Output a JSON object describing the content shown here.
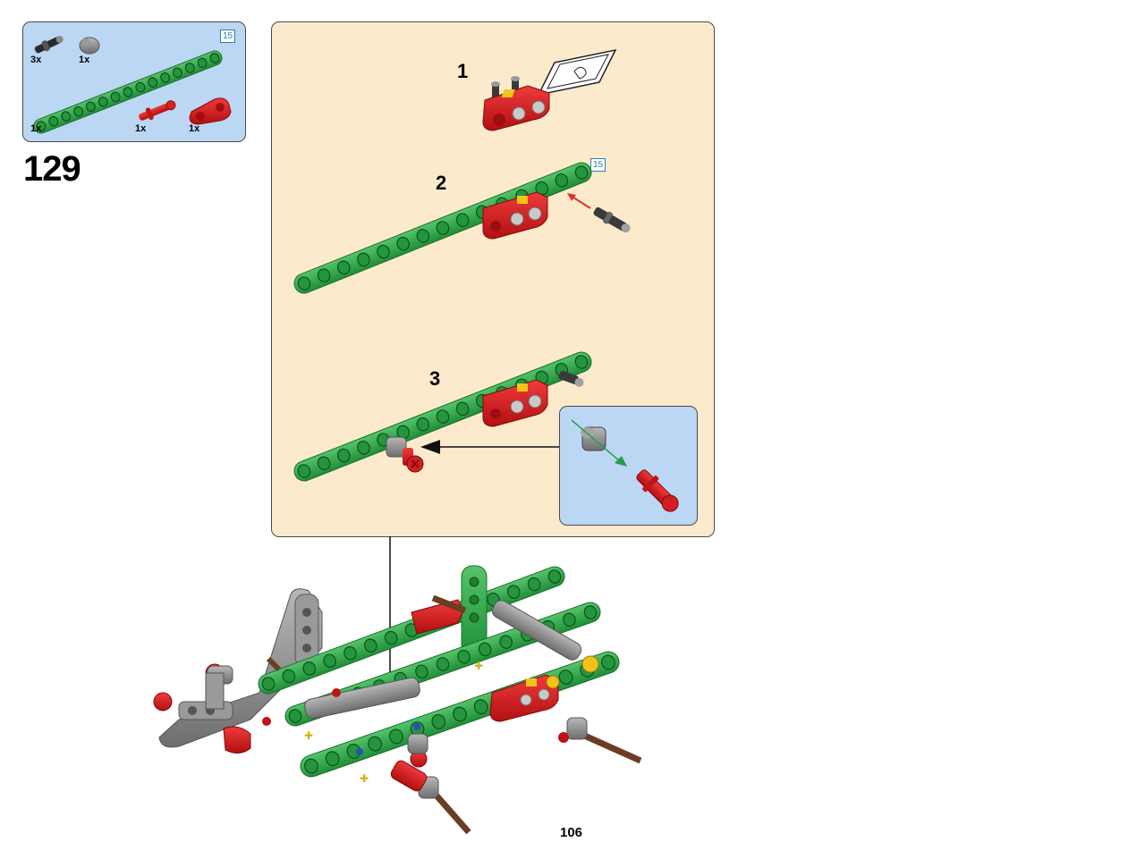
{
  "parts_list": {
    "items": [
      {
        "qty": "3x",
        "name": "axle-pin-grey"
      },
      {
        "qty": "1x",
        "name": "bush-grey"
      },
      {
        "qty": "1x",
        "name": "beam-green-15"
      },
      {
        "qty": "1x",
        "name": "axle-pin-red"
      },
      {
        "qty": "1x",
        "name": "connector-red"
      }
    ],
    "beam_length": "15"
  },
  "step_number": "129",
  "substeps": [
    {
      "number": "1"
    },
    {
      "number": "2",
      "beam_length": "15"
    },
    {
      "number": "3"
    }
  ],
  "page_number": "106",
  "colors": {
    "beam_green": "#2fae4a",
    "part_red": "#d0171b",
    "part_grey": "#8c8c8c",
    "panel_bg": "#fbebcc",
    "callout_bg": "#bcd7f3"
  }
}
